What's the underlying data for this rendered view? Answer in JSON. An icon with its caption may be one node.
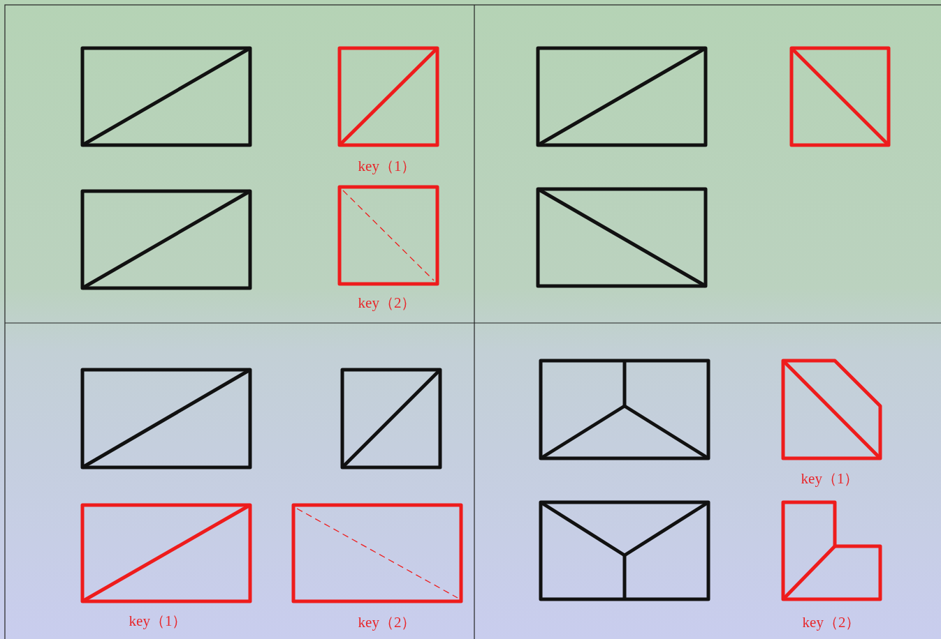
{
  "diagram": {
    "labels": [
      "key（1）",
      "key（2）",
      "key（1）",
      "key（1）",
      "key（2）",
      "key（2）"
    ]
  }
}
